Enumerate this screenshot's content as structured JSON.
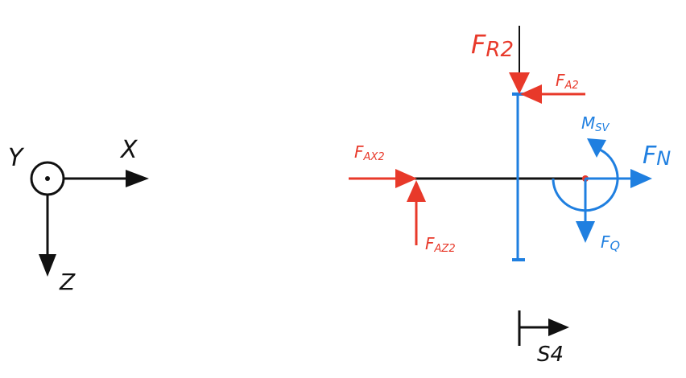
{
  "colors": {
    "ink": "#111111",
    "red": "#e8392a",
    "blue": "#1f7fe0"
  },
  "coordinate_system": {
    "axis_x": "X",
    "axis_y": "Y",
    "axis_z": "Z"
  },
  "forces": {
    "fr2": {
      "main": "F",
      "sub": "R2"
    },
    "fa2": {
      "main": "F",
      "sub": "A2"
    },
    "fax2": {
      "main": "F",
      "sub": "AX2"
    },
    "faz2": {
      "main": "F",
      "sub": "AZ2"
    },
    "msv": {
      "main": "M",
      "sub": "SV"
    },
    "fn": {
      "main": "F",
      "sub": "N"
    },
    "fq": {
      "main": "F",
      "sub": "Q"
    }
  },
  "section": {
    "label": "S4"
  }
}
